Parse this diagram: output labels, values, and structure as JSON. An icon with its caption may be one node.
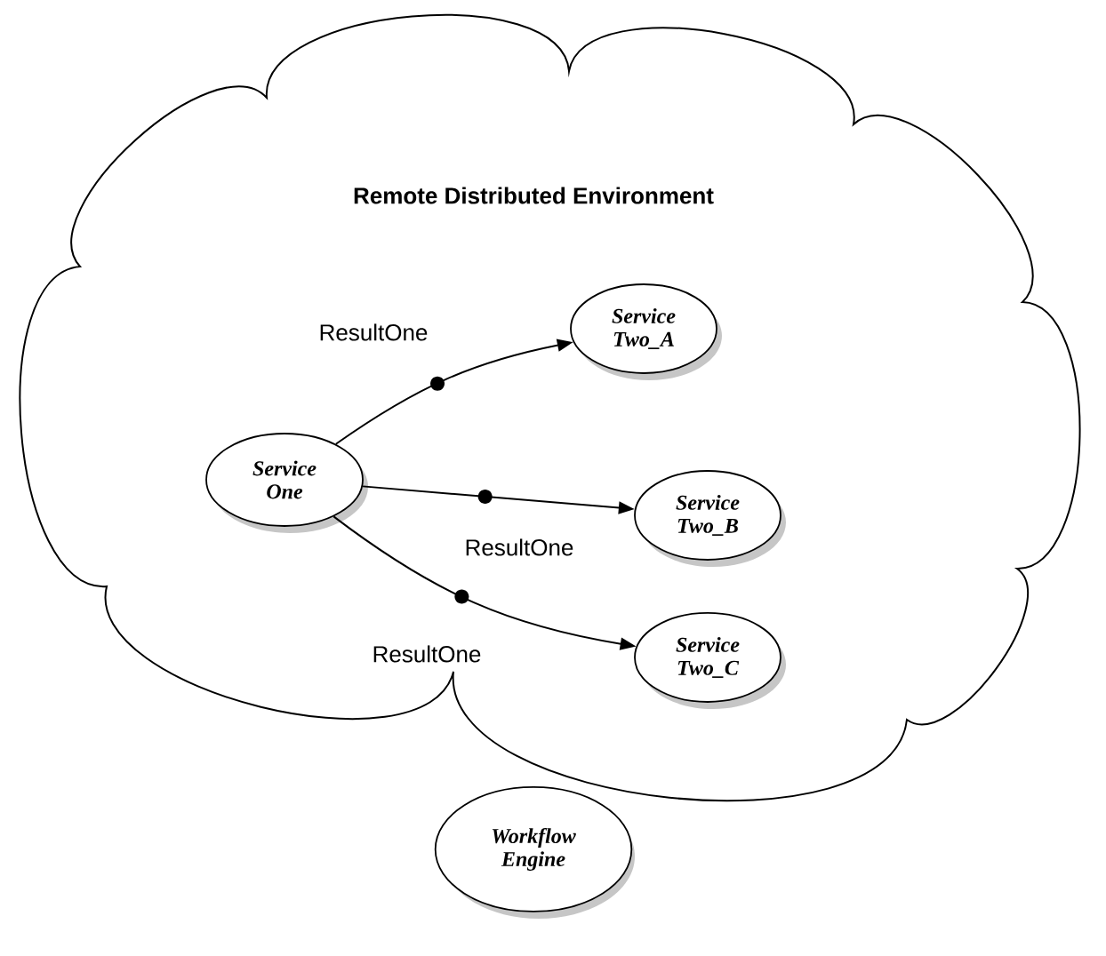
{
  "diagram": {
    "nodes": [
      {
        "text": [
          "Remote Distributed Environment"
        ]
      },
      {
        "text": [
          "Service One"
        ],
        "in": 0
      },
      {
        "text": [
          "Service Two_A"
        ],
        "in": 0
      },
      {
        "text": [
          "Service Two_B"
        ],
        "in": 0
      },
      {
        "text": [
          "Service Two_C"
        ],
        "in": 0
      },
      {
        "text": [
          "Workflow Engine"
        ]
      }
    ],
    "edges": [
      {
        "from": 1,
        "to": 2,
        "arrow": "to",
        "label": "ResultOne"
      },
      {
        "from": 1,
        "to": 3,
        "arrow": "to",
        "label": "ResultOne"
      },
      {
        "from": 1,
        "to": 4,
        "arrow": "to",
        "label": "ResultOne"
      }
    ]
  }
}
